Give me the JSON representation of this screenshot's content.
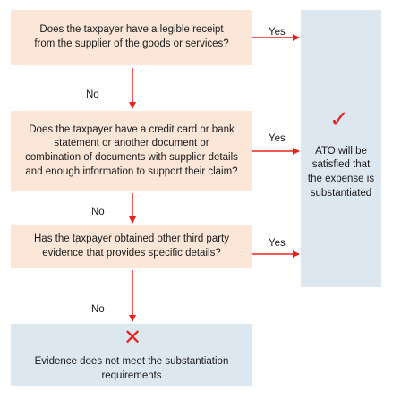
{
  "questions": [
    {
      "text": "Does the taxpayer have a legible receipt from the supplier of the goods or services?",
      "yes": "Yes"
    },
    {
      "text": "Does the taxpayer have a credit card or bank statement or another document or combination of documents with supplier details and enough information to support their claim?",
      "yes": "Yes"
    },
    {
      "text": "Has the taxpayer obtained other third party evidence that provides specific details?",
      "yes": "Yes"
    }
  ],
  "no_labels": [
    "No",
    "No",
    "No"
  ],
  "satisfied": {
    "text": "ATO will be satisfied that the expense is substantiated",
    "icon": "check-mark-icon"
  },
  "not_met": {
    "text": "Evidence does not meet the substantiation requirements",
    "icon": "cross-mark-icon"
  },
  "colors": {
    "question_box": "#fbe6d7",
    "outcome_box": "#dde7f0",
    "arrow": "#e8231b"
  }
}
